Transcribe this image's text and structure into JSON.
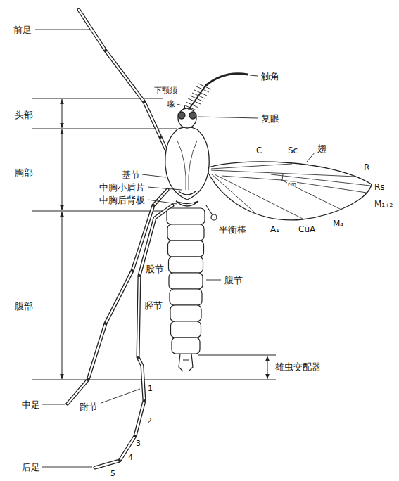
{
  "diagram": {
    "labels": [
      "前足",
      "下颚须",
      "喙",
      "触角",
      "复眼",
      "头部",
      "胸部",
      "基节",
      "中胸小盾片",
      "中胸后背板",
      "翅",
      "C",
      "Sc",
      "R",
      "r-m",
      "Rs",
      "M₁₊₂",
      "平衡棒",
      "A₁",
      "CuA",
      "M₄",
      "股节",
      "腹节",
      "胫节",
      "腹部",
      "雄虫交配器",
      "1",
      "中足",
      "跗节",
      "2",
      "3",
      "4",
      "后足",
      "5"
    ]
  }
}
